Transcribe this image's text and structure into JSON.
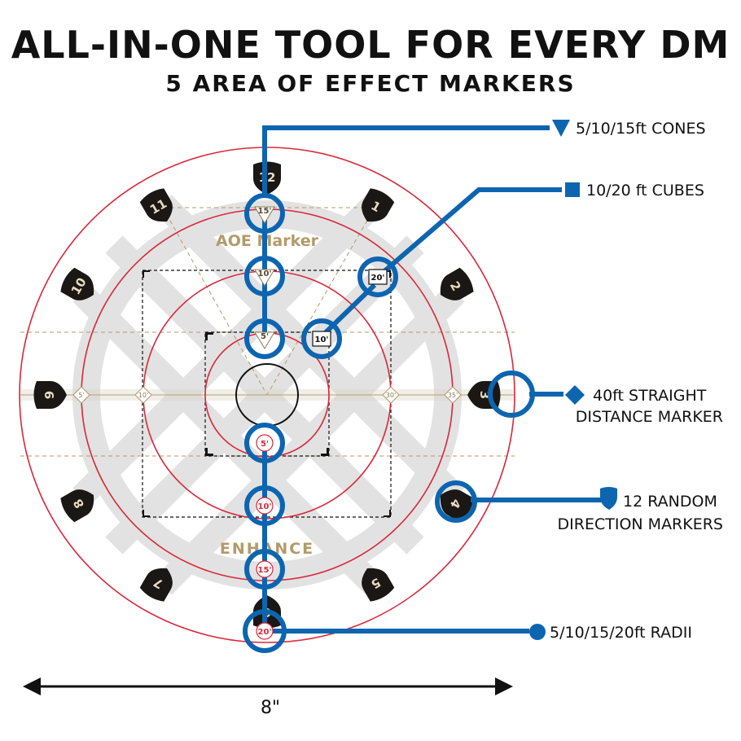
{
  "header": {
    "title": "ALL-IN-ONE TOOL FOR EVERY DM",
    "subtitle": "5 AREA OF EFFECT MARKERS"
  },
  "brand": {
    "top": "AOE Marker",
    "bottom": "ENHANCE"
  },
  "callouts": {
    "cones": "5/10/15ft CONES",
    "cubes": "10/20 ft CUBES",
    "straight_line1": "40ft STRAIGHT",
    "straight_line2": "DISTANCE MARKER",
    "random_line1": "12 RANDOM",
    "random_line2": "DIRECTION MARKERS",
    "radii": "5/10/15/20ft RADII"
  },
  "cone_labels": [
    "15'",
    "10'",
    "5'"
  ],
  "cube_labels": [
    "20'",
    "10'"
  ],
  "radius_labels": [
    "5'",
    "10'",
    "15'",
    "20'"
  ],
  "ruler_labels": [
    "5'",
    "10'",
    "30'",
    "35'"
  ],
  "direction_numbers": [
    "12",
    "1",
    "2",
    "3",
    "4",
    "5",
    "6",
    "7",
    "8",
    "9",
    "10",
    "11"
  ],
  "dimension": {
    "label": "8\""
  },
  "colors": {
    "accent_blue": "#0d65b0",
    "ring_red": "#d8283a",
    "marker_dark": "#1a1714",
    "gold": "#b39a6a",
    "pattern_grey": "#e2e2e2"
  }
}
